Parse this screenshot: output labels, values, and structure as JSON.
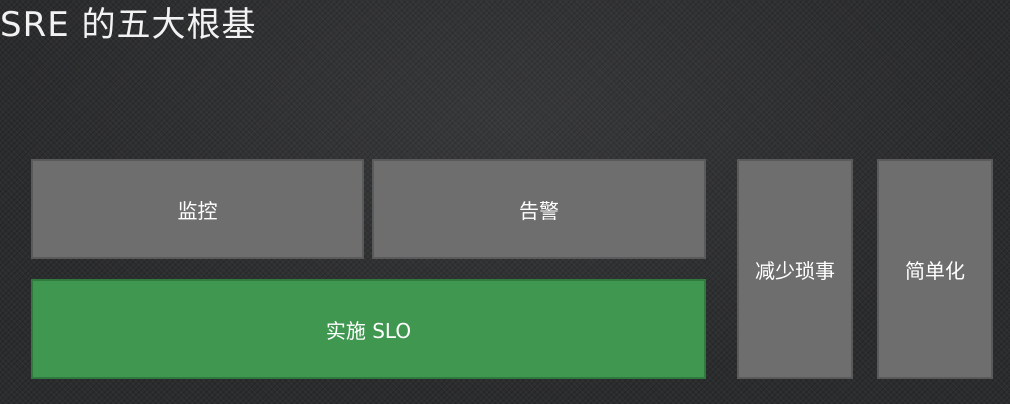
{
  "slide": {
    "title": "SRE 的五大根基"
  },
  "blocks": {
    "monitoring": "监控",
    "alerting": "告警",
    "slo": "实施 SLO",
    "reduce_toil": "减少琐事",
    "simplicity": "简单化"
  },
  "colors": {
    "block_gray": "#6e6e6e",
    "block_green": "#3f9750",
    "background": "#2b2c2d",
    "text": "#ffffff"
  }
}
